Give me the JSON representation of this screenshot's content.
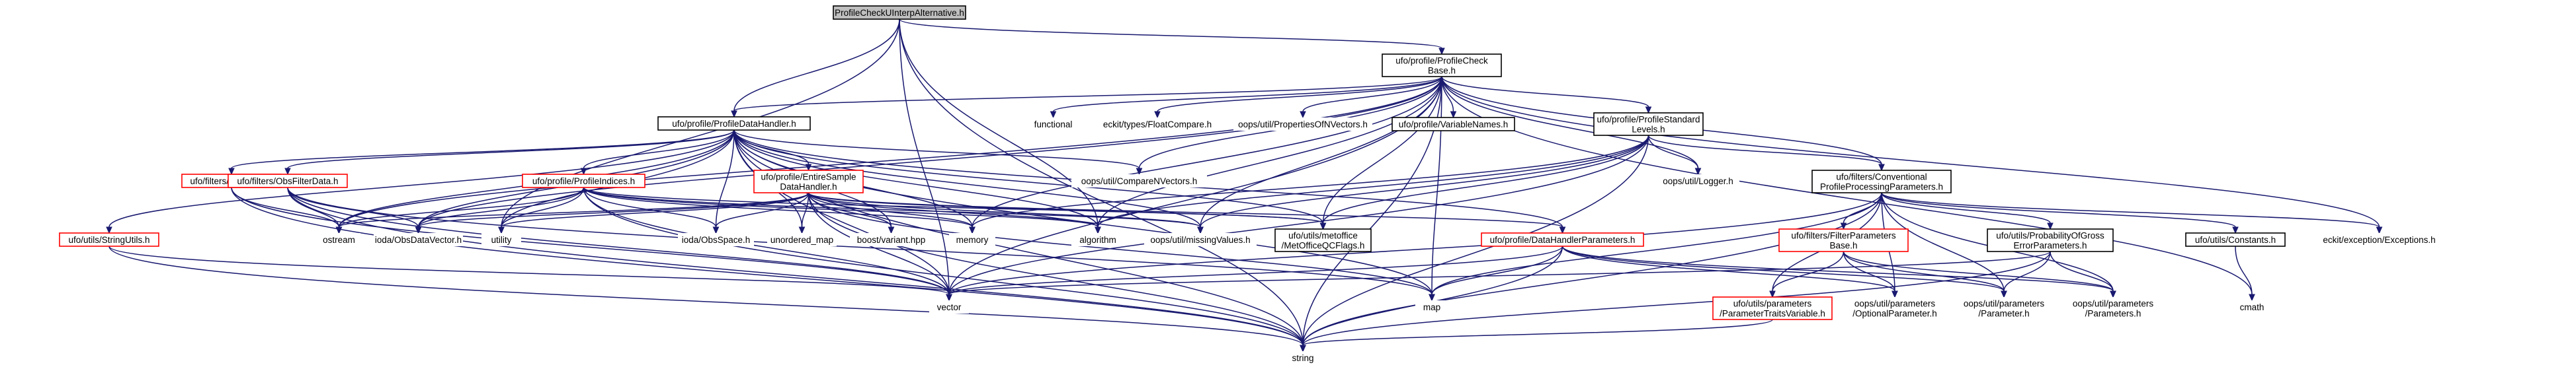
{
  "graph": {
    "nodes": [
      {
        "id": "root",
        "lines": [
          "ProfileCheckUInterpAlternative.h"
        ],
        "style": "root"
      },
      {
        "id": "pcb",
        "lines": [
          "ufo/profile/ProfileCheck",
          "Base.h"
        ],
        "style": "plain"
      },
      {
        "id": "pdh",
        "lines": [
          "ufo/profile/ProfileDataHandler.h"
        ],
        "style": "plain"
      },
      {
        "id": "psl",
        "lines": [
          "ufo/profile/ProfileStandard",
          "Levels.h"
        ],
        "style": "plain"
      },
      {
        "id": "functional",
        "lines": [
          "functional"
        ],
        "style": "none"
      },
      {
        "id": "floatcmp",
        "lines": [
          "eckit/types/FloatCompare.h"
        ],
        "style": "none"
      },
      {
        "id": "propnv",
        "lines": [
          "oops/util/PropertiesOfNVectors.h"
        ],
        "style": "none"
      },
      {
        "id": "varnames",
        "lines": [
          "ufo/profile/VariableNames.h"
        ],
        "style": "plain"
      },
      {
        "id": "ufovars",
        "lines": [
          "ufo/filters/Variables.h"
        ],
        "style": "red"
      },
      {
        "id": "obsfd",
        "lines": [
          "ufo/filters/ObsFilterData.h"
        ],
        "style": "red"
      },
      {
        "id": "pidx",
        "lines": [
          "ufo/profile/ProfileIndices.h"
        ],
        "style": "red"
      },
      {
        "id": "esdh",
        "lines": [
          "ufo/profile/EntireSample",
          "DataHandler.h"
        ],
        "style": "red"
      },
      {
        "id": "cmpnv",
        "lines": [
          "oops/util/CompareNVectors.h"
        ],
        "style": "none"
      },
      {
        "id": "logger",
        "lines": [
          "oops/util/Logger.h"
        ],
        "style": "none"
      },
      {
        "id": "cppp",
        "lines": [
          "ufo/filters/Conventional",
          "ProfileProcessingParameters.h"
        ],
        "style": "plain"
      },
      {
        "id": "strutils",
        "lines": [
          "ufo/utils/StringUtils.h"
        ],
        "style": "red"
      },
      {
        "id": "ostream",
        "lines": [
          "ostream"
        ],
        "style": "none"
      },
      {
        "id": "iodaodv",
        "lines": [
          "ioda/ObsDataVector.h"
        ],
        "style": "none"
      },
      {
        "id": "utility",
        "lines": [
          "utility"
        ],
        "style": "none"
      },
      {
        "id": "iodaos",
        "lines": [
          "ioda/ObsSpace.h"
        ],
        "style": "none"
      },
      {
        "id": "umap",
        "lines": [
          "unordered_map"
        ],
        "style": "none"
      },
      {
        "id": "bvariant",
        "lines": [
          "boost/variant.hpp"
        ],
        "style": "none"
      },
      {
        "id": "memory",
        "lines": [
          "memory"
        ],
        "style": "none"
      },
      {
        "id": "algorithm",
        "lines": [
          "algorithm"
        ],
        "style": "none"
      },
      {
        "id": "missing",
        "lines": [
          "oops/util/missingValues.h"
        ],
        "style": "none"
      },
      {
        "id": "metqc",
        "lines": [
          "ufo/utils/metoffice",
          "/MetOfficeQCFlags.h"
        ],
        "style": "plain"
      },
      {
        "id": "pdhp",
        "lines": [
          "ufo/profile/DataHandlerParameters.h"
        ],
        "style": "red"
      },
      {
        "id": "fpb",
        "lines": [
          "ufo/filters/FilterParameters",
          "Base.h"
        ],
        "style": "red"
      },
      {
        "id": "probge",
        "lines": [
          "ufo/utils/ProbabilityOfGross",
          "ErrorParameters.h"
        ],
        "style": "plain"
      },
      {
        "id": "consts",
        "lines": [
          "ufo/utils/Constants.h"
        ],
        "style": "plain"
      },
      {
        "id": "eckitexc",
        "lines": [
          "eckit/exception/Exceptions.h"
        ],
        "style": "none"
      },
      {
        "id": "vector",
        "lines": [
          "vector"
        ],
        "style": "none"
      },
      {
        "id": "map",
        "lines": [
          "map"
        ],
        "style": "none"
      },
      {
        "id": "ptv",
        "lines": [
          "ufo/utils/parameters",
          "/ParameterTraitsVariable.h"
        ],
        "style": "red"
      },
      {
        "id": "optparam",
        "lines": [
          "oops/util/parameters",
          "/OptionalParameter.h"
        ],
        "style": "none"
      },
      {
        "id": "param",
        "lines": [
          "oops/util/parameters",
          "/Parameter.h"
        ],
        "style": "none"
      },
      {
        "id": "params",
        "lines": [
          "oops/util/parameters",
          "/Parameters.h"
        ],
        "style": "none"
      },
      {
        "id": "cmath",
        "lines": [
          "cmath"
        ],
        "style": "none"
      },
      {
        "id": "string",
        "lines": [
          "string"
        ],
        "style": "none"
      }
    ],
    "edges": [
      [
        "root",
        "pcb"
      ],
      [
        "root",
        "pdh"
      ],
      [
        "root",
        "utility"
      ],
      [
        "root",
        "algorithm"
      ],
      [
        "root",
        "vector"
      ],
      [
        "root",
        "string"
      ],
      [
        "pcb",
        "pdh"
      ],
      [
        "pcb",
        "psl"
      ],
      [
        "pcb",
        "functional"
      ],
      [
        "pcb",
        "floatcmp"
      ],
      [
        "pcb",
        "propnv"
      ],
      [
        "pcb",
        "varnames"
      ],
      [
        "pcb",
        "cmpnv"
      ],
      [
        "pcb",
        "logger"
      ],
      [
        "pcb",
        "cppp"
      ],
      [
        "pcb",
        "metqc"
      ],
      [
        "pcb",
        "memory"
      ],
      [
        "pcb",
        "algorithm"
      ],
      [
        "pcb",
        "vector"
      ],
      [
        "pcb",
        "string"
      ],
      [
        "pcb",
        "map"
      ],
      [
        "pcb",
        "cmath"
      ],
      [
        "pcb",
        "eckitexc"
      ],
      [
        "pcb",
        "missing"
      ],
      [
        "pcb",
        "ostream"
      ],
      [
        "pcb",
        "iodaodv"
      ],
      [
        "pdh",
        "ufovars"
      ],
      [
        "pdh",
        "obsfd"
      ],
      [
        "pdh",
        "pidx"
      ],
      [
        "pdh",
        "esdh"
      ],
      [
        "pdh",
        "cmpnv"
      ],
      [
        "pdh",
        "memory"
      ],
      [
        "pdh",
        "algorithm"
      ],
      [
        "pdh",
        "vector"
      ],
      [
        "pdh",
        "ostream"
      ],
      [
        "pdh",
        "iodaodv"
      ],
      [
        "pdh",
        "utility"
      ],
      [
        "pdh",
        "iodaos"
      ],
      [
        "pdh",
        "umap"
      ],
      [
        "pdh",
        "bvariant"
      ],
      [
        "pdh",
        "missing"
      ],
      [
        "pdh",
        "metqc"
      ],
      [
        "pdh",
        "pdhp"
      ],
      [
        "pdh",
        "strutils"
      ],
      [
        "pdh",
        "string"
      ],
      [
        "pdh",
        "map"
      ],
      [
        "psl",
        "logger"
      ],
      [
        "psl",
        "cppp"
      ],
      [
        "psl",
        "metqc"
      ],
      [
        "psl",
        "vector"
      ],
      [
        "psl",
        "string"
      ],
      [
        "psl",
        "algorithm"
      ],
      [
        "psl",
        "memory"
      ],
      [
        "psl",
        "missing"
      ],
      [
        "ufovars",
        "ostream"
      ],
      [
        "ufovars",
        "vector"
      ],
      [
        "ufovars",
        "string"
      ],
      [
        "obsfd",
        "ostream"
      ],
      [
        "obsfd",
        "iodaodv"
      ],
      [
        "obsfd",
        "vector"
      ],
      [
        "obsfd",
        "string"
      ],
      [
        "obsfd",
        "map"
      ],
      [
        "pidx",
        "ostream"
      ],
      [
        "pidx",
        "iodaodv"
      ],
      [
        "pidx",
        "utility"
      ],
      [
        "pidx",
        "iodaos"
      ],
      [
        "pidx",
        "vector"
      ],
      [
        "pidx",
        "string"
      ],
      [
        "pidx",
        "memory"
      ],
      [
        "pidx",
        "algorithm"
      ],
      [
        "pidx",
        "missing"
      ],
      [
        "pidx",
        "metqc"
      ],
      [
        "esdh",
        "iodaos"
      ],
      [
        "esdh",
        "umap"
      ],
      [
        "esdh",
        "bvariant"
      ],
      [
        "esdh",
        "memory"
      ],
      [
        "esdh",
        "algorithm"
      ],
      [
        "esdh",
        "missing"
      ],
      [
        "esdh",
        "metqc"
      ],
      [
        "esdh",
        "pdhp"
      ],
      [
        "esdh",
        "vector"
      ],
      [
        "esdh",
        "string"
      ],
      [
        "esdh",
        "map"
      ],
      [
        "esdh",
        "ostream"
      ],
      [
        "esdh",
        "iodaodv"
      ],
      [
        "esdh",
        "utility"
      ],
      [
        "cppp",
        "fpb"
      ],
      [
        "cppp",
        "probge"
      ],
      [
        "cppp",
        "consts"
      ],
      [
        "cppp",
        "eckitexc"
      ],
      [
        "cppp",
        "vector"
      ],
      [
        "cppp",
        "string"
      ],
      [
        "cppp",
        "map"
      ],
      [
        "cppp",
        "optparam"
      ],
      [
        "cppp",
        "param"
      ],
      [
        "cppp",
        "params"
      ],
      [
        "cppp",
        "ptv"
      ],
      [
        "strutils",
        "vector"
      ],
      [
        "strutils",
        "string"
      ],
      [
        "pdhp",
        "vector"
      ],
      [
        "pdhp",
        "string"
      ],
      [
        "pdhp",
        "map"
      ],
      [
        "pdhp",
        "optparam"
      ],
      [
        "pdhp",
        "param"
      ],
      [
        "pdhp",
        "params"
      ],
      [
        "fpb",
        "ptv"
      ],
      [
        "fpb",
        "optparam"
      ],
      [
        "fpb",
        "param"
      ],
      [
        "fpb",
        "params"
      ],
      [
        "probge",
        "param"
      ],
      [
        "probge",
        "params"
      ],
      [
        "probge",
        "string"
      ],
      [
        "probge",
        "vector"
      ],
      [
        "consts",
        "cmath"
      ],
      [
        "ptv",
        "string"
      ]
    ]
  },
  "colors": {
    "edge": "#191970",
    "root_fill": "#bfbfbf",
    "border_plain": "#000000",
    "border_red": "#ff0000",
    "fill": "#ffffff"
  }
}
